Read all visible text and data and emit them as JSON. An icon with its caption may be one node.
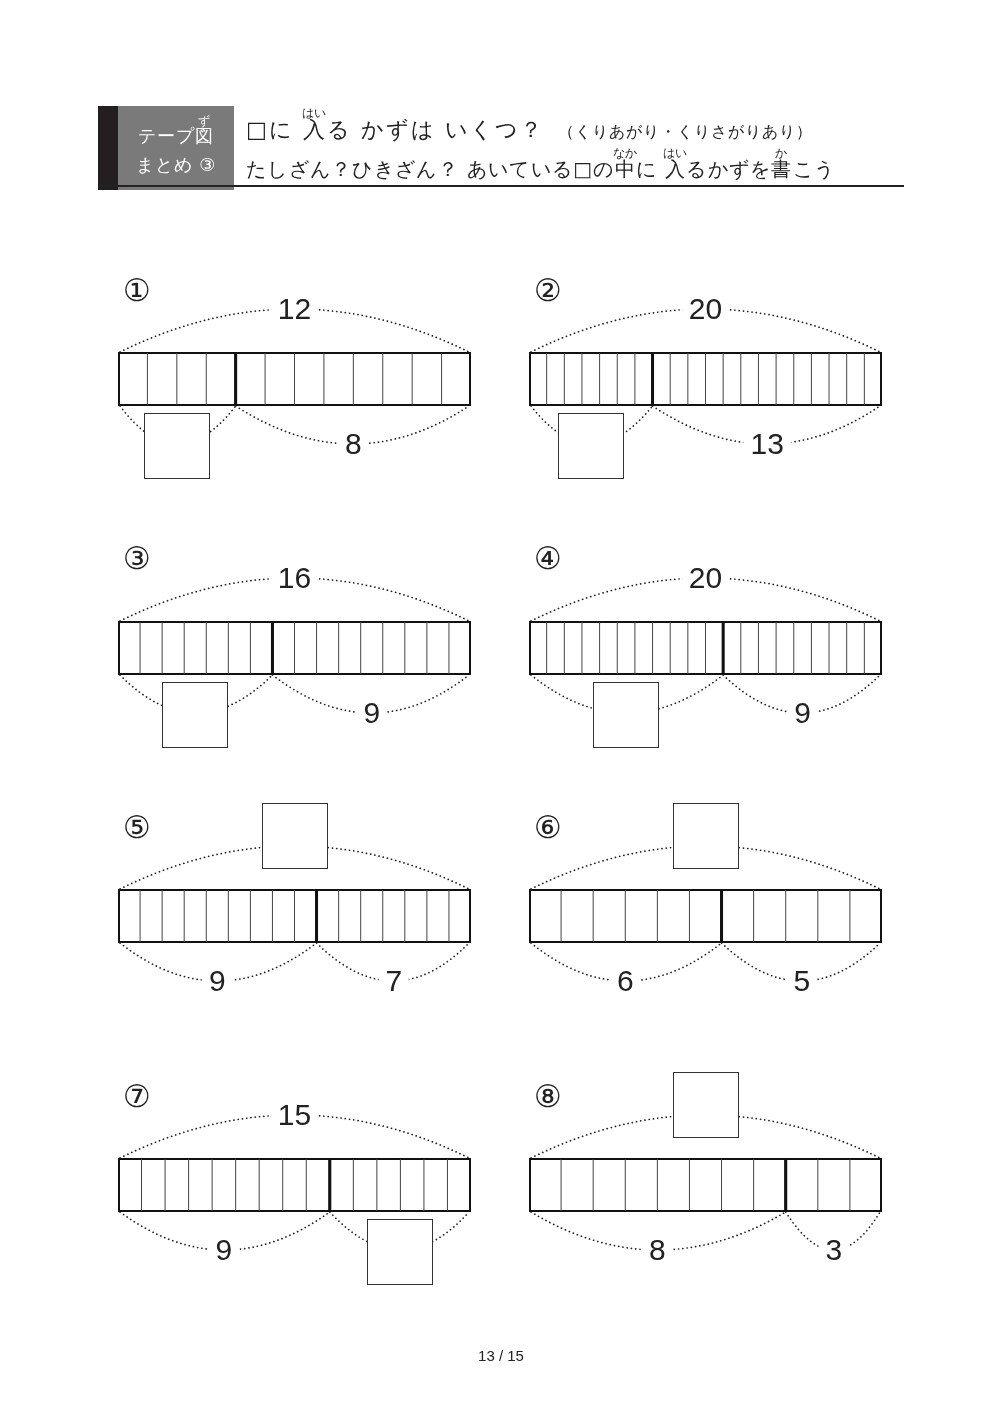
{
  "diagram": {
    "title": "□に 入る かずは いくつ？",
    "nodes": [
      {
        "text": [
          "テープ図",
          "まとめ ③"
        ]
      },
      {
        "text": [],
        "shape": "bar",
        "beside": [
          "12",
          "8"
        ]
      },
      {
        "text": [],
        "shape": "bar",
        "beside": [
          "20",
          "13"
        ]
      },
      {
        "text": [],
        "shape": "bar",
        "beside": [
          "16",
          "9"
        ]
      },
      {
        "text": [],
        "shape": "bar",
        "beside": [
          "20",
          "9"
        ]
      },
      {
        "text": [],
        "shape": "bar",
        "beside": [
          "9",
          "7"
        ]
      },
      {
        "text": [],
        "shape": "bar",
        "beside": [
          "6",
          "5"
        ]
      },
      {
        "text": [],
        "shape": "bar",
        "beside": [
          "15",
          "9"
        ]
      },
      {
        "text": [],
        "shape": "bar",
        "beside": [
          "8",
          "3"
        ]
      }
    ],
    "labels": [
      "ず",
      "はい",
      "（くりあがり・くりさがりあり）",
      "なか",
      "はい",
      "か",
      "たしざん？ひきざん？ あいている□の中に 入るかずを書こう",
      "①",
      "②",
      "③",
      "④",
      "⑤",
      "⑥",
      "⑦",
      "⑧",
      "13 / 15"
    ]
  }
}
